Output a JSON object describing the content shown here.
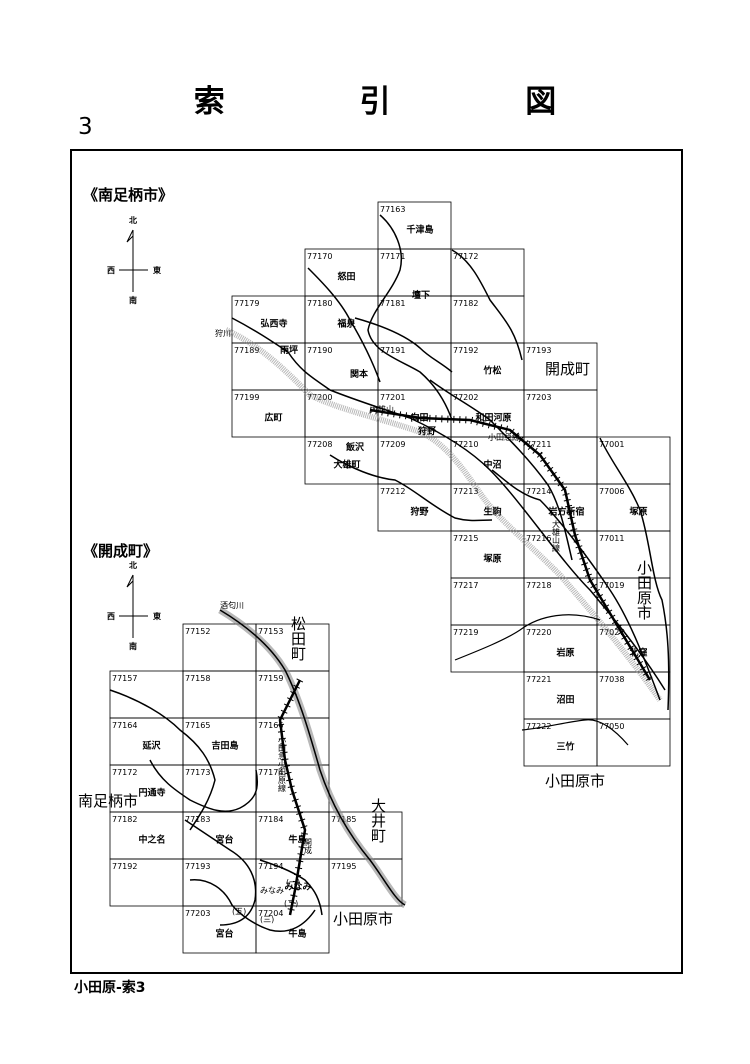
{
  "title": "索 引 図",
  "page_number": "3",
  "footer": "小田原-索3",
  "sections": {
    "minamiashigara": "《南足柄市》",
    "kaisei": "《開成町》"
  },
  "compass": {
    "north": "北",
    "south": "南",
    "east": "東",
    "west": "西"
  },
  "upper_grid": [
    {
      "code": "77163",
      "place": "千津島"
    },
    {
      "code": "77170",
      "place": "怒田"
    },
    {
      "code": "77171",
      "place": ""
    },
    {
      "code": "77172",
      "place": ""
    },
    {
      "code": "77179",
      "place": "弘西寺"
    },
    {
      "code": "77180",
      "place": "福泉"
    },
    {
      "code": "77181",
      "place": ""
    },
    {
      "code": "77182",
      "place": ""
    },
    {
      "code": "77189",
      "place": ""
    },
    {
      "code": "77190",
      "place": ""
    },
    {
      "code": "77191",
      "place": ""
    },
    {
      "code": "77192",
      "place": "竹松"
    },
    {
      "code": "77193",
      "place": ""
    },
    {
      "code": "77199",
      "place": "広町"
    },
    {
      "code": "77200",
      "place": ""
    },
    {
      "code": "77201",
      "place": "向田"
    },
    {
      "code": "77202",
      "place": "和田河原"
    },
    {
      "code": "77203",
      "place": ""
    },
    {
      "code": "77208",
      "place": "大雄町"
    },
    {
      "code": "77209",
      "place": ""
    },
    {
      "code": "77210",
      "place": "中沼"
    },
    {
      "code": "77211",
      "place": ""
    },
    {
      "code": "77001",
      "place": ""
    },
    {
      "code": "77212",
      "place": "狩野"
    },
    {
      "code": "77213",
      "place": "生駒"
    },
    {
      "code": "77214",
      "place": "岩方新宿"
    },
    {
      "code": "77006",
      "place": "塚原"
    },
    {
      "code": "77215",
      "place": "塚原"
    },
    {
      "code": "77216",
      "place": ""
    },
    {
      "code": "77011",
      "place": ""
    },
    {
      "code": "77217",
      "place": ""
    },
    {
      "code": "77218",
      "place": ""
    },
    {
      "code": "77019",
      "place": ""
    },
    {
      "code": "77219",
      "place": ""
    },
    {
      "code": "77220",
      "place": "岩原"
    },
    {
      "code": "77027",
      "place": "北窪"
    },
    {
      "code": "77221",
      "place": "沼田"
    },
    {
      "code": "77038",
      "place": ""
    },
    {
      "code": "77222",
      "place": "三竹"
    },
    {
      "code": "77050",
      "place": ""
    }
  ],
  "upper_extra_places": {
    "sakashita": "壇下",
    "ryobo": "雨坪",
    "sekimoto": "関本",
    "iizawa": "飯沢",
    "karino2": "狩野",
    "kaisei_town": "開成町",
    "odawara_city": "小田原市",
    "odawara_city_v": "小田原市",
    "river_kari": "狩川",
    "line_daiyuzan": "大雄山線",
    "line_daiyuzan_label": "大雄山",
    "line_odakyu": "小田急線"
  },
  "lower_grid": [
    {
      "code": "77152",
      "place": ""
    },
    {
      "code": "77153",
      "place": ""
    },
    {
      "code": "77157",
      "place": ""
    },
    {
      "code": "77158",
      "place": ""
    },
    {
      "code": "77159",
      "place": ""
    },
    {
      "code": "77164",
      "place": "延沢"
    },
    {
      "code": "77165",
      "place": "吉田島"
    },
    {
      "code": "77166",
      "place": ""
    },
    {
      "code": "77172",
      "place": "円通寺"
    },
    {
      "code": "77173",
      "place": ""
    },
    {
      "code": "77174",
      "place": ""
    },
    {
      "code": "77182",
      "place": "中之名"
    },
    {
      "code": "77183",
      "place": "宮台"
    },
    {
      "code": "77184",
      "place": "牛島"
    },
    {
      "code": "77185",
      "place": ""
    },
    {
      "code": "77192",
      "place": ""
    },
    {
      "code": "77193",
      "place": ""
    },
    {
      "code": "77194",
      "place": "みなみ"
    },
    {
      "code": "77195",
      "place": ""
    },
    {
      "code": "77203",
      "place": "宮台"
    },
    {
      "code": "77204",
      "place": "牛島"
    }
  ],
  "lower_extra_places": {
    "matsuda": "松田町",
    "oi": "大井町",
    "minamiashigara_city": "南足柄市",
    "odawara_city": "小田原市",
    "river_kari": "酒匂川",
    "line_odakyu": "小田急小田原線",
    "station": "開成",
    "minamigaoka": "みなみ",
    "n1": "(一)",
    "n2": "(二)",
    "n3": "(三)",
    "n5": "(五)"
  }
}
